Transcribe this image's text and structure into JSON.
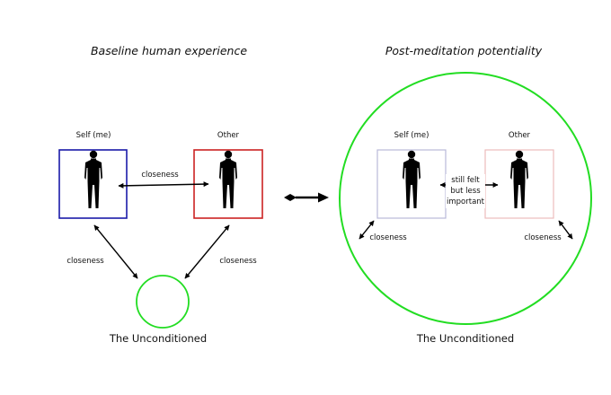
{
  "left_panel": {
    "title": "Baseline human experience",
    "self_label": "Self (me)",
    "other_label": "Other",
    "closeness_top": "closeness",
    "closeness_left": "closeness",
    "closeness_right": "closeness",
    "unconditioned_label": "The Unconditioned"
  },
  "right_panel": {
    "title": "Post-meditation potentiality",
    "self_label": "Self (me)",
    "other_label": "Other",
    "middle_lines": [
      "still felt",
      "but less",
      "important"
    ],
    "closeness_left": "closeness",
    "closeness_right": "closeness",
    "unconditioned_label": "The Unconditioned"
  },
  "colors": {
    "self_box_left": "#1a1aa8",
    "other_box_left": "#cc2222",
    "self_box_right": "#b9b9d9",
    "other_box_right": "#ecbcbc",
    "unconditioned_circle": "#22dd22"
  }
}
